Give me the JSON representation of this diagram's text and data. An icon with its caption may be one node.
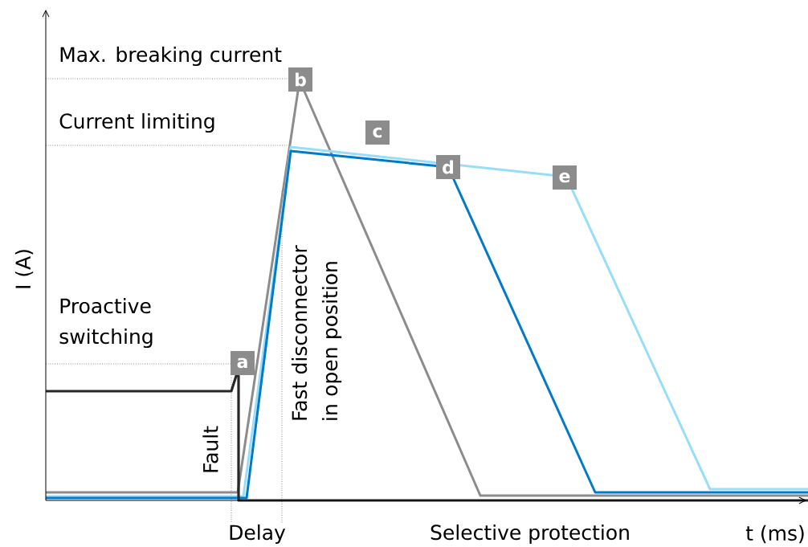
{
  "diagram": {
    "nodes": [
      {
        "text": [
          "a"
        ]
      },
      {
        "text": [
          "b"
        ]
      },
      {
        "text": [
          "c"
        ]
      },
      {
        "text": [
          "d"
        ]
      },
      {
        "text": [
          "e"
        ]
      }
    ],
    "labels": [
      "Max. breaking current",
      "Current limiting",
      "I (A)",
      "Proactive switching",
      "Fast disconnector in open position",
      "Fault",
      "Delay",
      "Selective protection",
      "t (ms)"
    ]
  }
}
